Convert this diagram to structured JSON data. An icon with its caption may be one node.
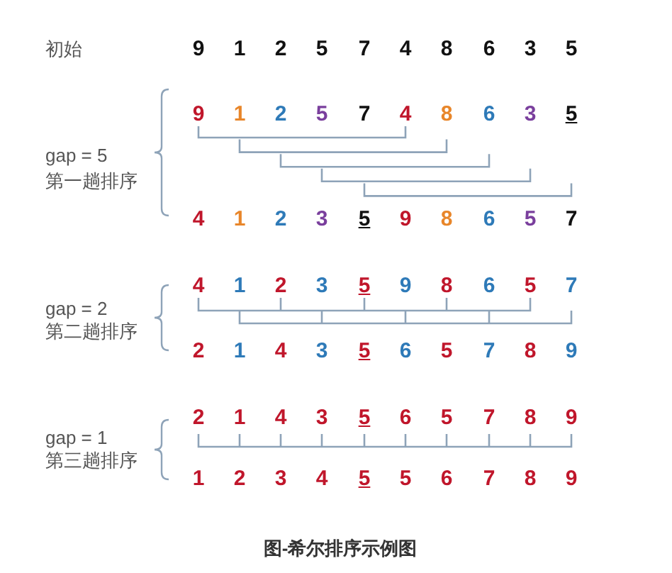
{
  "diagram": {
    "caption": "图-希尔排序示例图",
    "labels": [
      "初始",
      "9",
      "1",
      "2",
      "5",
      "7",
      "4",
      "8",
      "6",
      "3",
      "5",
      "9",
      "1",
      "2",
      "5",
      "7",
      "4",
      "8",
      "6",
      "3",
      "5",
      "gap = 5",
      "第一趟排序",
      "4",
      "1",
      "2",
      "3",
      "5",
      "9",
      "8",
      "6",
      "5",
      "7",
      "4",
      "1",
      "2",
      "3",
      "5",
      "9",
      "8",
      "6",
      "5",
      "7",
      "gap = 2",
      "第二趟排序",
      "2",
      "1",
      "4",
      "3",
      "5",
      "6",
      "5",
      "7",
      "8",
      "9",
      "2",
      "1",
      "4",
      "3",
      "5",
      "6",
      "5",
      "7",
      "8",
      "9",
      "gap = 1",
      "第三趟排序",
      "1",
      "2",
      "3",
      "4",
      "5",
      "5",
      "6",
      "7",
      "8",
      "9"
    ]
  }
}
